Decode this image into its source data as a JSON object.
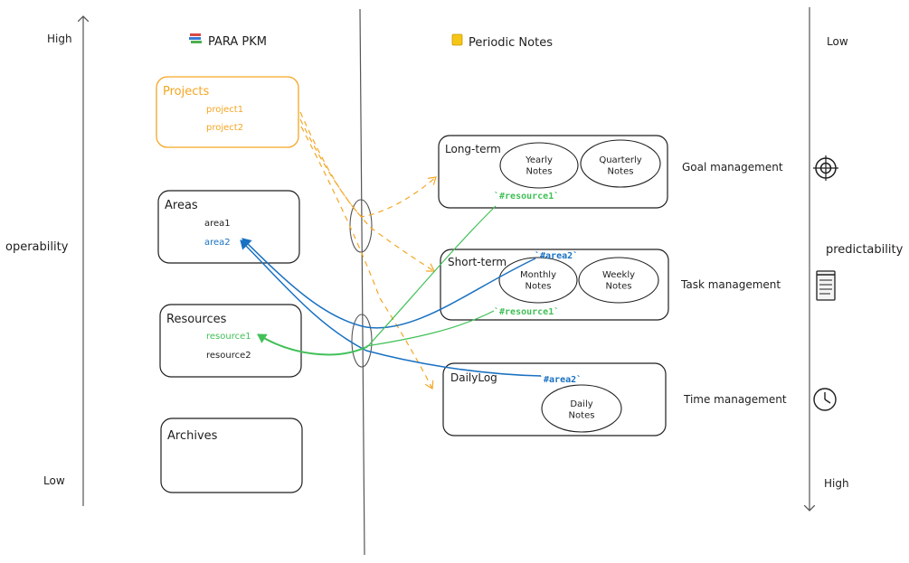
{
  "axis_left": {
    "high": "High",
    "low": "Low",
    "label": "operability"
  },
  "axis_right": {
    "low": "Low",
    "high": "High",
    "label": "predictability"
  },
  "para": {
    "title": "PARA PKM",
    "projects": {
      "title": "Projects",
      "items": [
        "project1",
        "project2"
      ]
    },
    "areas": {
      "title": "Areas",
      "items": [
        "area1",
        "area2"
      ]
    },
    "resources": {
      "title": "Resources",
      "items": [
        "resource1",
        "resource2"
      ]
    },
    "archives": {
      "title": "Archives"
    }
  },
  "periodic": {
    "title": "Periodic Notes",
    "long_term": {
      "title": "Long-term",
      "notes": [
        "Yearly Notes",
        "Quarterly Notes"
      ],
      "tag": "`#resource1`"
    },
    "short_term": {
      "title": "Short-term",
      "notes": [
        "Monthly Notes",
        "Weekly Notes"
      ],
      "tag_area": "`#area2`",
      "tag_resource": "`#resource1`"
    },
    "dailylog": {
      "title": "DailyLog",
      "notes": [
        "Daily Notes"
      ],
      "tag_area": "`#area2`"
    }
  },
  "management": {
    "goal": "Goal management",
    "task": "Task management",
    "time": "Time management"
  },
  "icons": {
    "para": "books-icon",
    "periodic": "notepad-icon",
    "goal": "target-icon",
    "task": "checklist-icon",
    "time": "clock-icon"
  },
  "colors": {
    "projects": "#f5a623",
    "area2": "#1971c2",
    "resource1": "#40c057",
    "ink": "#1e1e1e"
  }
}
